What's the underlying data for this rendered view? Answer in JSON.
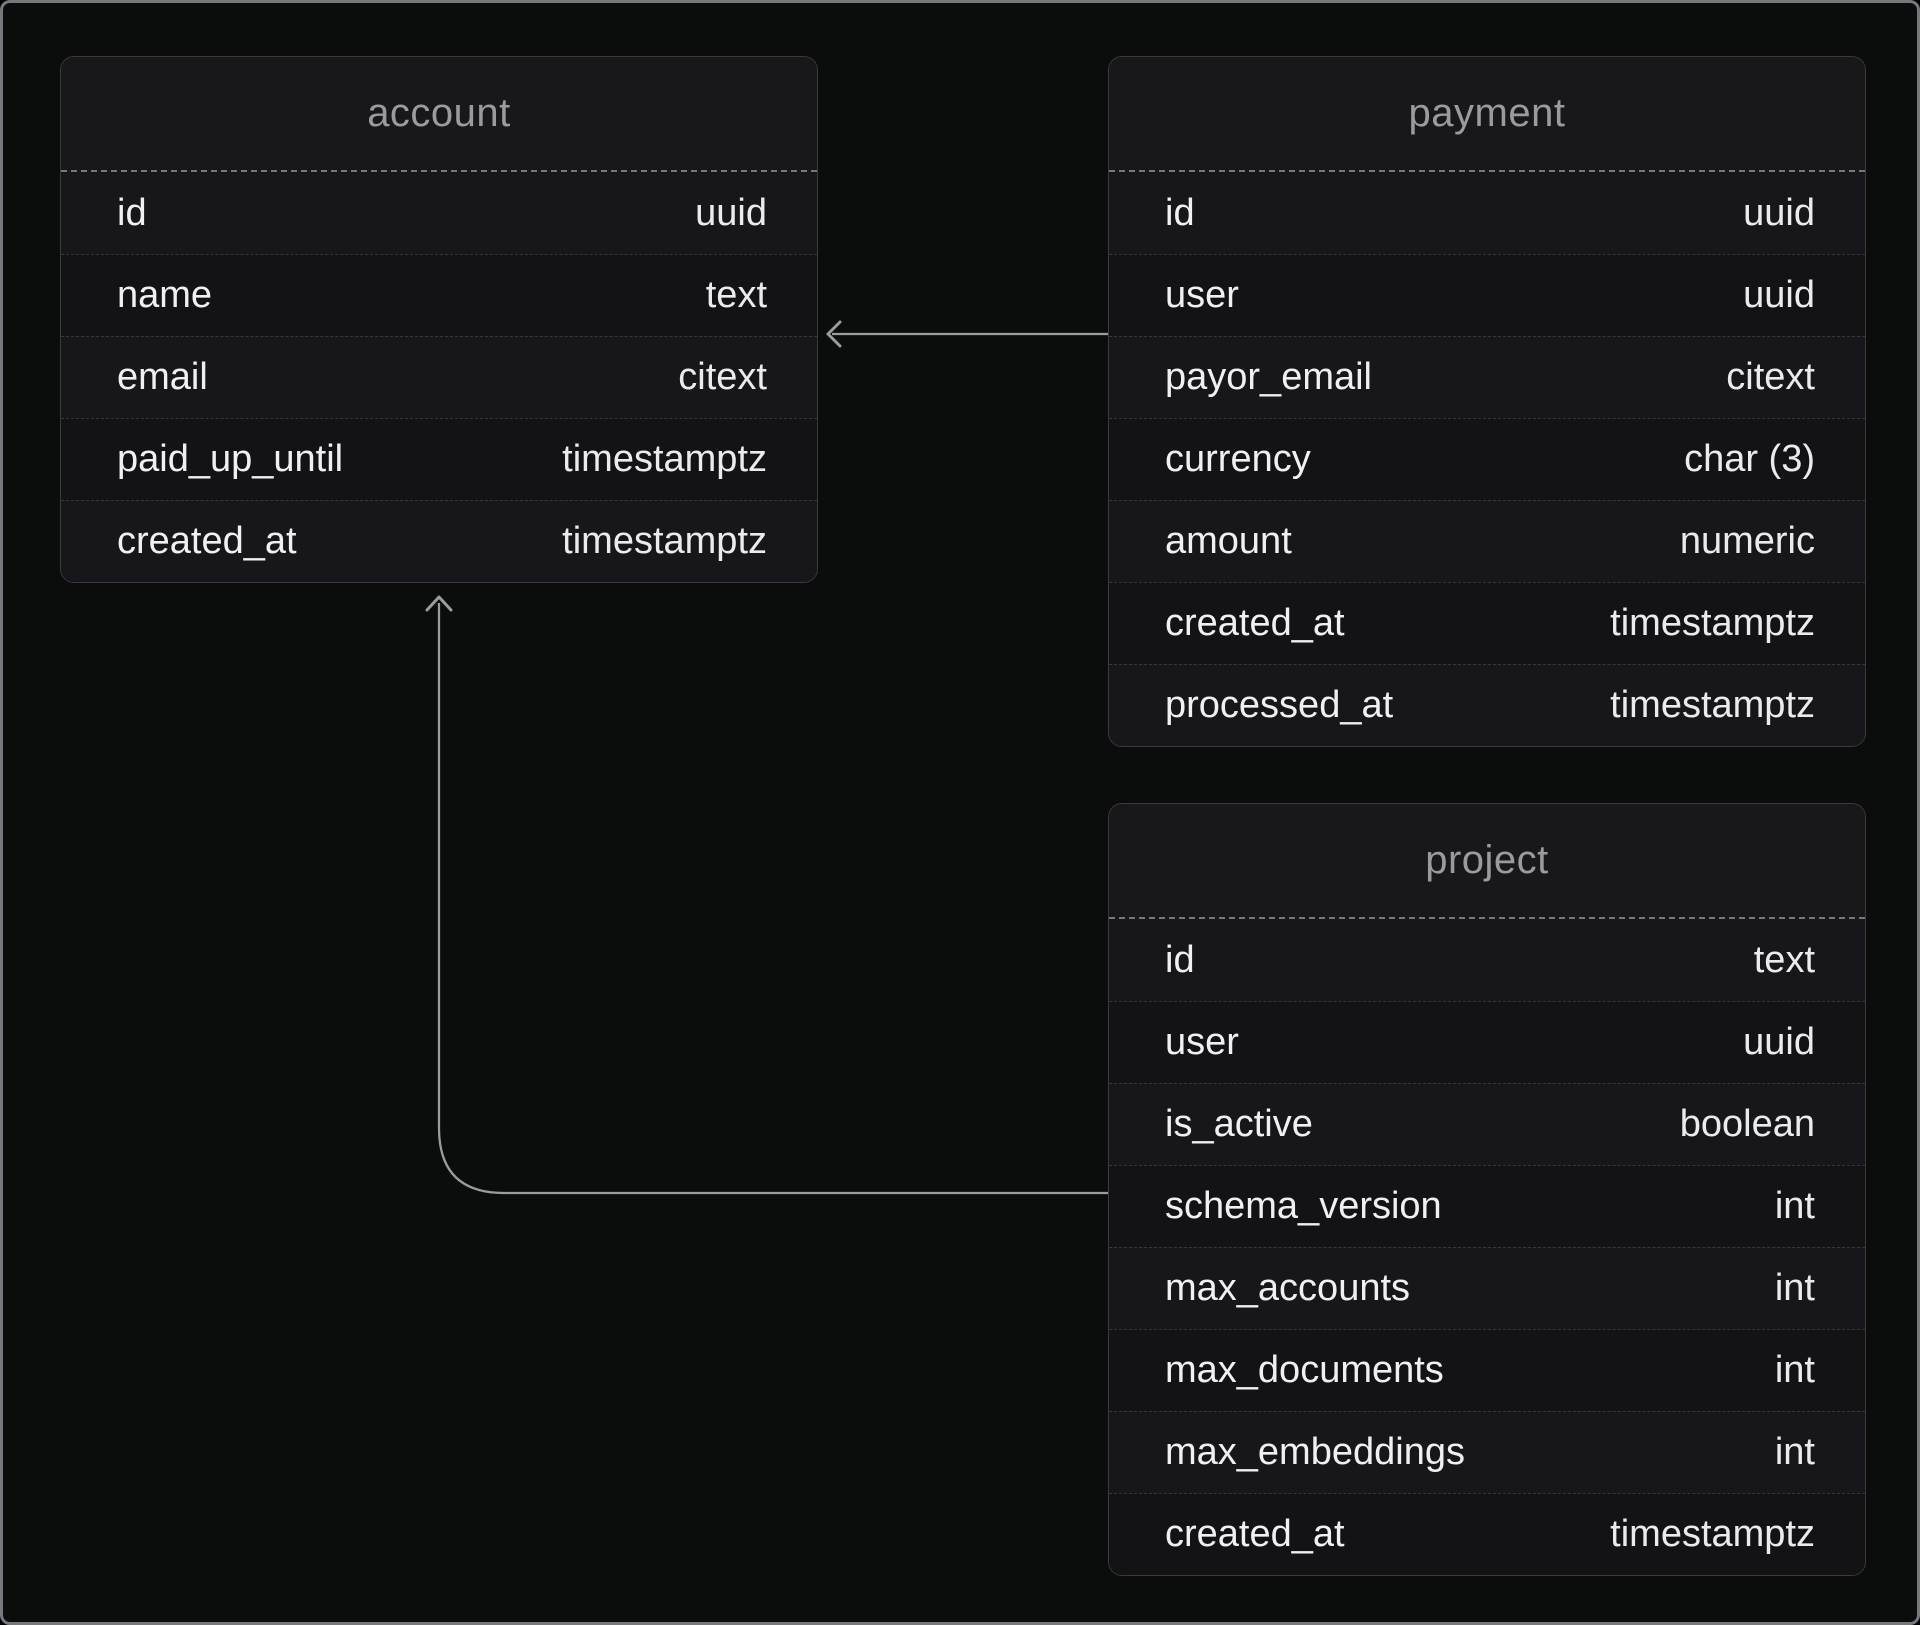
{
  "canvas": {
    "background_color": "#0b0c0c",
    "frame_border_color": "#75797e",
    "connector_color": "#9b9c9f",
    "table_background_color": "#141417",
    "table_title_color": "#9a9ba0",
    "field_text_color": "#eef0f2"
  },
  "tables": [
    {
      "name": "account",
      "columns": [
        {
          "name": "id",
          "type": "uuid"
        },
        {
          "name": "name",
          "type": "text"
        },
        {
          "name": "email",
          "type": "citext"
        },
        {
          "name": "paid_up_until",
          "type": "timestamptz"
        },
        {
          "name": "created_at",
          "type": "timestamptz"
        }
      ]
    },
    {
      "name": "payment",
      "columns": [
        {
          "name": "id",
          "type": "uuid"
        },
        {
          "name": "user",
          "type": "uuid"
        },
        {
          "name": "payor_email",
          "type": "citext"
        },
        {
          "name": "currency",
          "type": "char (3)"
        },
        {
          "name": "amount",
          "type": "numeric"
        },
        {
          "name": "created_at",
          "type": "timestamptz"
        },
        {
          "name": "processed_at",
          "type": "timestamptz"
        }
      ]
    },
    {
      "name": "project",
      "columns": [
        {
          "name": "id",
          "type": "text"
        },
        {
          "name": "user",
          "type": "uuid"
        },
        {
          "name": "is_active",
          "type": "boolean"
        },
        {
          "name": "schema_version",
          "type": "int"
        },
        {
          "name": "max_accounts",
          "type": "int"
        },
        {
          "name": "max_documents",
          "type": "int"
        },
        {
          "name": "max_embeddings",
          "type": "int"
        },
        {
          "name": "created_at",
          "type": "timestamptz"
        }
      ]
    }
  ],
  "relationships": [
    {
      "from_table": "payment",
      "to_table": "account"
    },
    {
      "from_table": "project",
      "to_table": "account"
    }
  ]
}
